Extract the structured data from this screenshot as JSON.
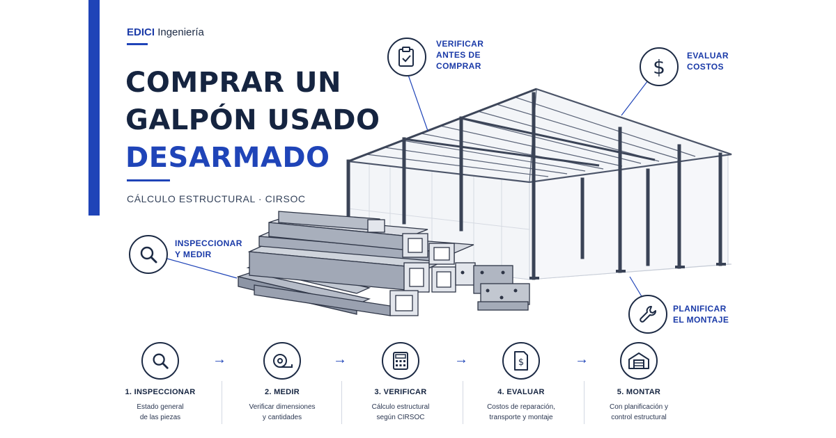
{
  "brand": {
    "name": "EDICI",
    "suffix": "Ingeniería"
  },
  "headline": {
    "line1": "COMPRAR UN",
    "line2": "GALPÓN USADO",
    "line3": "DESARMADO"
  },
  "subtitle": "CÁLCULO ESTRUCTURAL · CIRSOC",
  "callouts": [
    {
      "icon": "clipboard-check-icon",
      "line1": "VERIFICAR",
      "line2": "ANTES DE",
      "line3": "COMPRAR"
    },
    {
      "icon": "dollar-icon",
      "line1": "EVALUAR",
      "line2": "COSTOS"
    },
    {
      "icon": "magnifier-icon",
      "line1": "INSPECCIONAR",
      "line2": "Y MEDIR"
    },
    {
      "icon": "wrench-icon",
      "line1": "PLANIFICAR",
      "line2": "EL MONTAJE"
    }
  ],
  "steps": [
    {
      "icon": "magnifier-icon",
      "title": "1. INSPECCIONAR",
      "desc1": "Estado general",
      "desc2": "de las piezas"
    },
    {
      "icon": "tape-measure-icon",
      "title": "2. MEDIR",
      "desc1": "Verificar dimensiones",
      "desc2": "y cantidades"
    },
    {
      "icon": "calculator-icon",
      "title": "3. VERIFICAR",
      "desc1": "Cálculo estructural",
      "desc2": "según CIRSOC"
    },
    {
      "icon": "invoice-dollar-icon",
      "title": "4. EVALUAR",
      "desc1": "Costos de reparación,",
      "desc2": "transporte y montaje"
    },
    {
      "icon": "warehouse-icon",
      "title": "5. MONTAR",
      "desc1": "Con planificación y",
      "desc2": "control estructural"
    }
  ],
  "arrow_glyph": "→",
  "colors": {
    "accent": "#1f44b8",
    "text": "#152440",
    "steel": "#6b7486"
  }
}
